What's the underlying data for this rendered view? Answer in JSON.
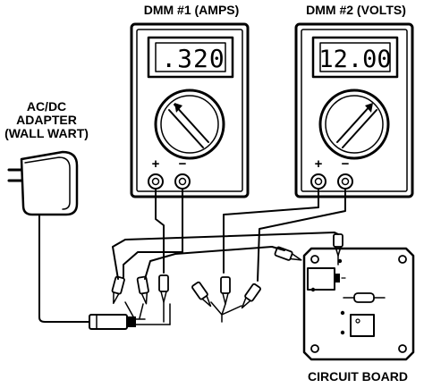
{
  "labels": {
    "dmm1_title": "DMM #1 (AMPS)",
    "dmm2_title": "DMM #2 (VOLTS)",
    "adapter_line1": "AC/DC",
    "adapter_line2": "ADAPTER",
    "adapter_line3": "(WALL WART)",
    "board_title": "CIRCUIT BOARD"
  },
  "dmm1": {
    "display": ".320",
    "plus": "+",
    "minus": "−"
  },
  "dmm2": {
    "display": "12.00",
    "plus": "+",
    "minus": "−"
  }
}
